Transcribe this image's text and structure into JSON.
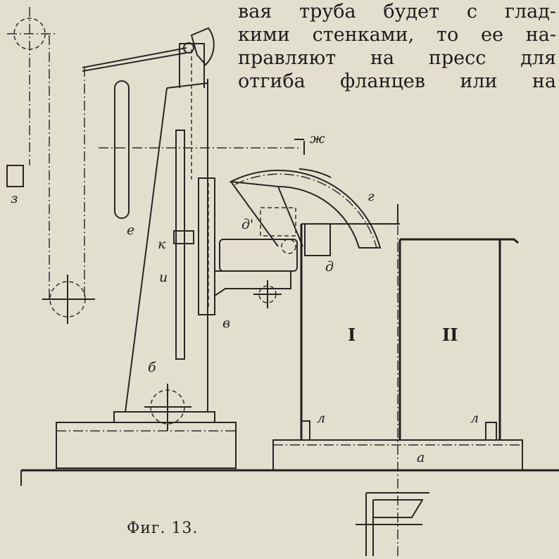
{
  "text": {
    "lines": [
      "вая труба будет с глад-",
      "кими стенками, то ее на-",
      "правляют на пресс для",
      "отгиба фланцев или на"
    ]
  },
  "figure": {
    "caption": "Фиг. 13.",
    "labels": {
      "z": "з",
      "e": "е",
      "k": "к",
      "i": "и",
      "v": "в",
      "b": "б",
      "zh": "ж",
      "g": "г",
      "d_prime": "д'",
      "d": "д",
      "tube_1": "I",
      "tube_2": "II",
      "l_left": "л",
      "l_right": "л",
      "a": "а"
    }
  }
}
